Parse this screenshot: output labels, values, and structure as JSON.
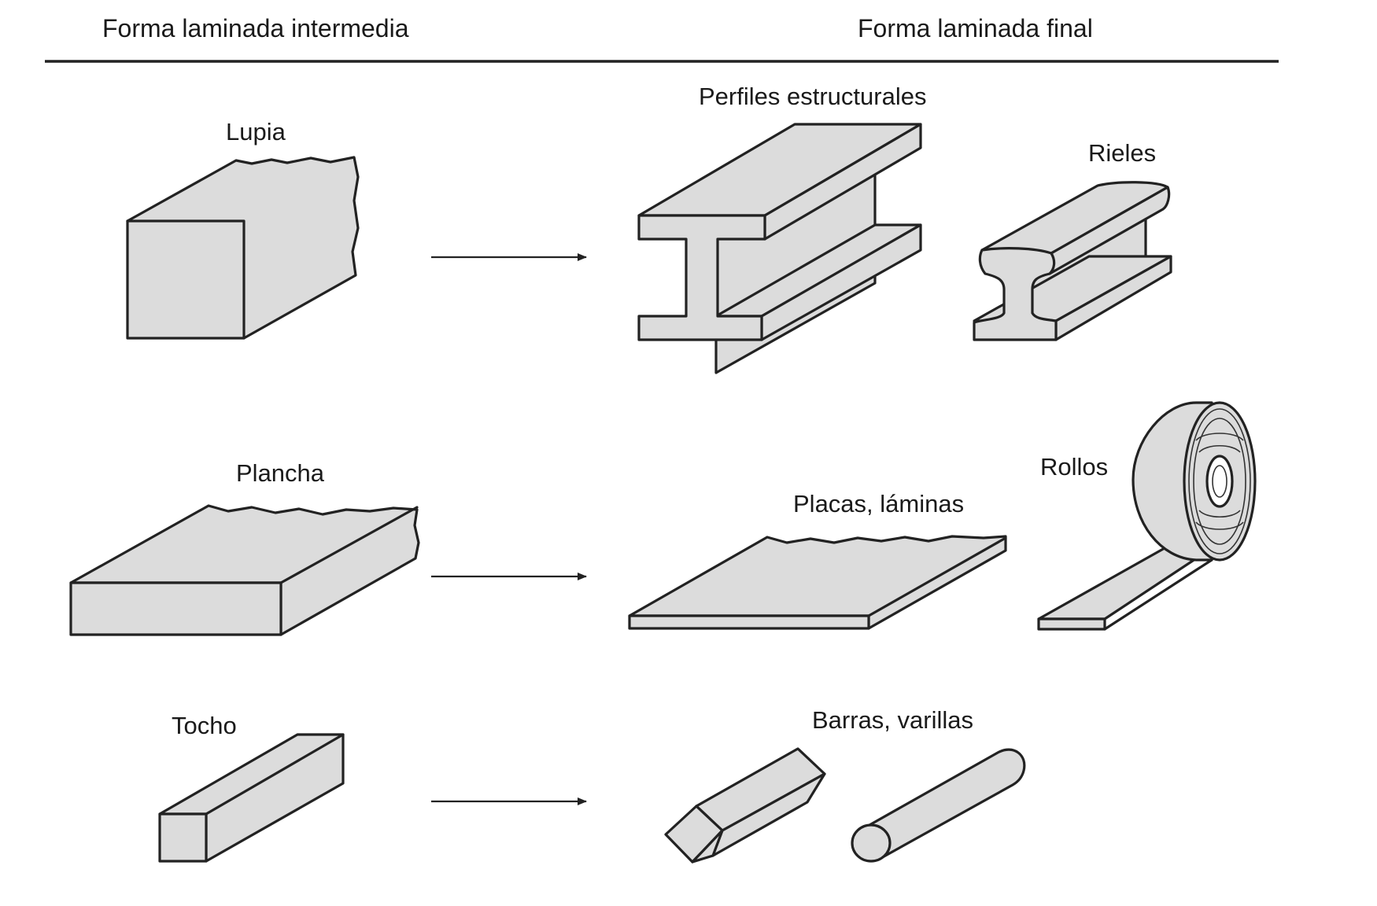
{
  "headers": {
    "left": "Forma laminada intermedia",
    "right": "Forma laminada final"
  },
  "labels": {
    "lupia": "Lupia",
    "plancha": "Plancha",
    "tocho": "Tocho",
    "perfiles": "Perfiles estructurales",
    "rieles": "Rieles",
    "rollos": "Rollos",
    "placas": "Placas, láminas",
    "barras": "Barras, varillas"
  },
  "colors": {
    "shape_fill": "#dcdcdc",
    "outline": "#222222"
  }
}
